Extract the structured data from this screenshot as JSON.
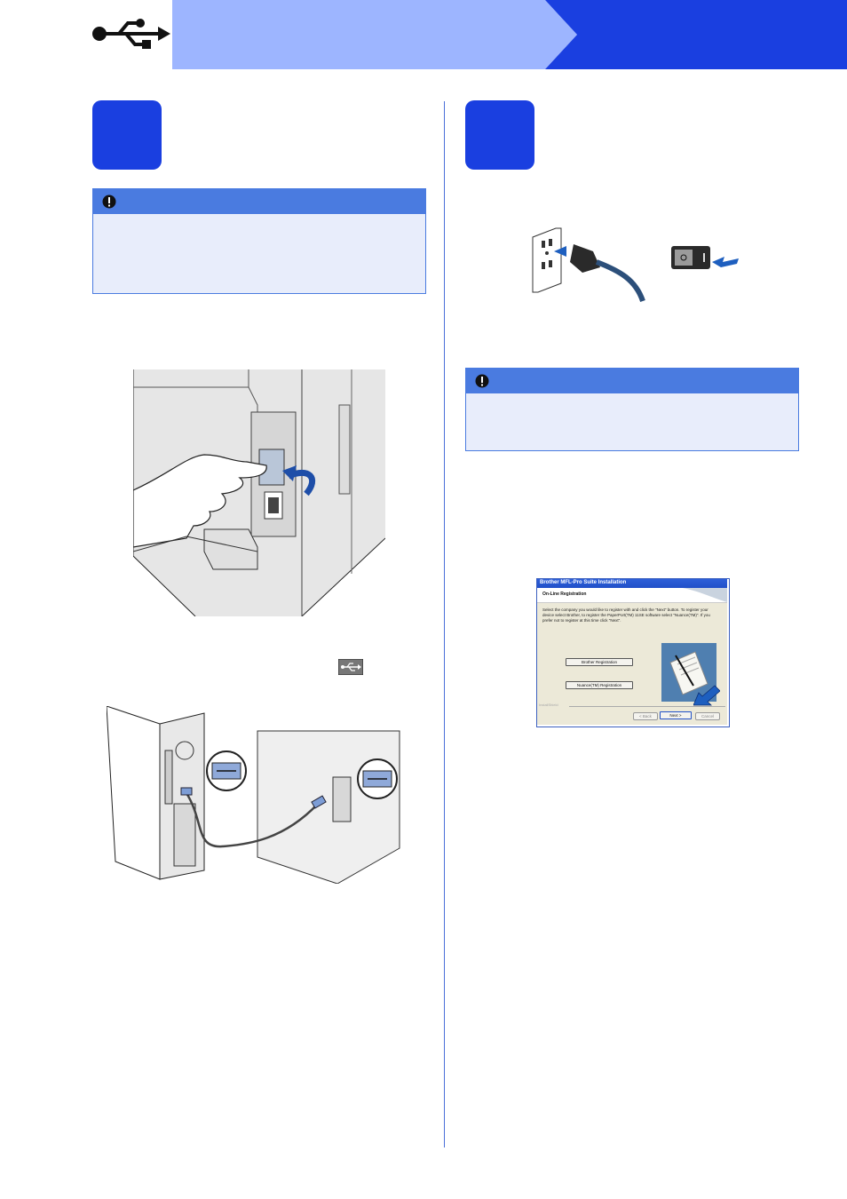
{
  "header": {
    "usb_icon": "usb-icon",
    "banner_color": "#1a3fe0",
    "banner_light": "#9db5ff"
  },
  "left_column": {
    "step_box": {
      "color": "#1a3fe0"
    },
    "important_note": {
      "icon": "exclamation-icon",
      "text": ""
    },
    "usb_symbol_inline": "usb-icon"
  },
  "right_column": {
    "step_box": {
      "color": "#1a3fe0"
    },
    "important_note": {
      "icon": "exclamation-icon",
      "text": ""
    },
    "dialog": {
      "title": "Brother MFL-Pro Suite Installation",
      "header": "On-Line Registration",
      "description": "Select the company you would like to register with and click the \"Next\" button. To register your device select Brother, to register the PaperPort(TM) 11SE software select \"Nuance(TM)\". If you prefer not to register at this time click \"Next\".",
      "buttons": {
        "brother": "Brother Registration",
        "nuance": "Nuance(TM) Registration",
        "back": "< Back",
        "next": "Next >",
        "cancel": "Cancel"
      },
      "footer_label": "InstallShield"
    }
  }
}
